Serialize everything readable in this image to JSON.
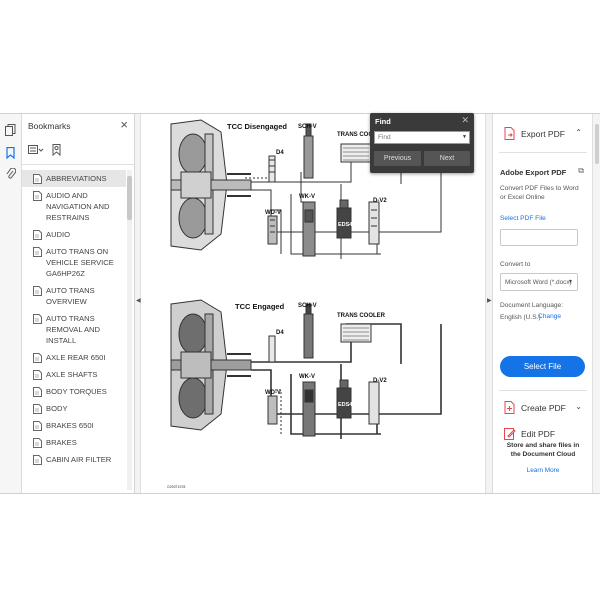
{
  "bookmarks_panel": {
    "title": "Bookmarks",
    "items": [
      {
        "label": "ABBREVIATIONS",
        "selected": true
      },
      {
        "label": "AUDIO AND NAVIGATION AND RESTRAINS"
      },
      {
        "label": "AUDIO"
      },
      {
        "label": "AUTO TRANS ON VEHICLE SERVICE GA6HP26Z"
      },
      {
        "label": "AUTO TRANS OVERVIEW"
      },
      {
        "label": "AUTO TRANS REMOVAL AND INSTALL"
      },
      {
        "label": "AXLE REAR 650i"
      },
      {
        "label": "AXLE SHAFTS"
      },
      {
        "label": "BODY TORQUES"
      },
      {
        "label": "BODY"
      },
      {
        "label": "BRAKES 650i"
      },
      {
        "label": "BRAKES"
      },
      {
        "label": "CABIN AIR FILTER"
      }
    ]
  },
  "find": {
    "title": "Find",
    "placeholder": "Find",
    "previous": "Previous",
    "next": "Next"
  },
  "diagram": {
    "top_title": "TCC Disengaged",
    "bottom_title": "TCC Engaged",
    "labels": {
      "sch_v": "SCH-V",
      "trans_cooler_top": "TRANS COO",
      "trans_cooler": "TRANS COOLER",
      "d4": "D4",
      "wk_v": "WK-V",
      "wd_v": "WD-V",
      "eds4": "EDS4",
      "d_v2": "D-V2",
      "figure_code": "G29371978"
    }
  },
  "right_panel": {
    "export_pdf": "Export PDF",
    "adobe_export_heading": "Adobe Export PDF",
    "convert_desc": "Convert PDF Files to Word or Excel Online",
    "select_pdf_file": "Select PDF File",
    "convert_to_label": "Convert to",
    "convert_to_value": "Microsoft Word (*.docx)",
    "doc_language_label": "Document Language:",
    "doc_language_value": "English (U.S.)",
    "change": "Change",
    "select_file_button": "Select File",
    "create_pdf": "Create PDF",
    "edit_pdf": "Edit PDF",
    "cloud_text": "Store and share files in the Document Cloud",
    "learn_more": "Learn More"
  },
  "colors": {
    "accent": "#1473e6",
    "find_bg": "#3a3a3a",
    "export_icon": "#e34850"
  }
}
